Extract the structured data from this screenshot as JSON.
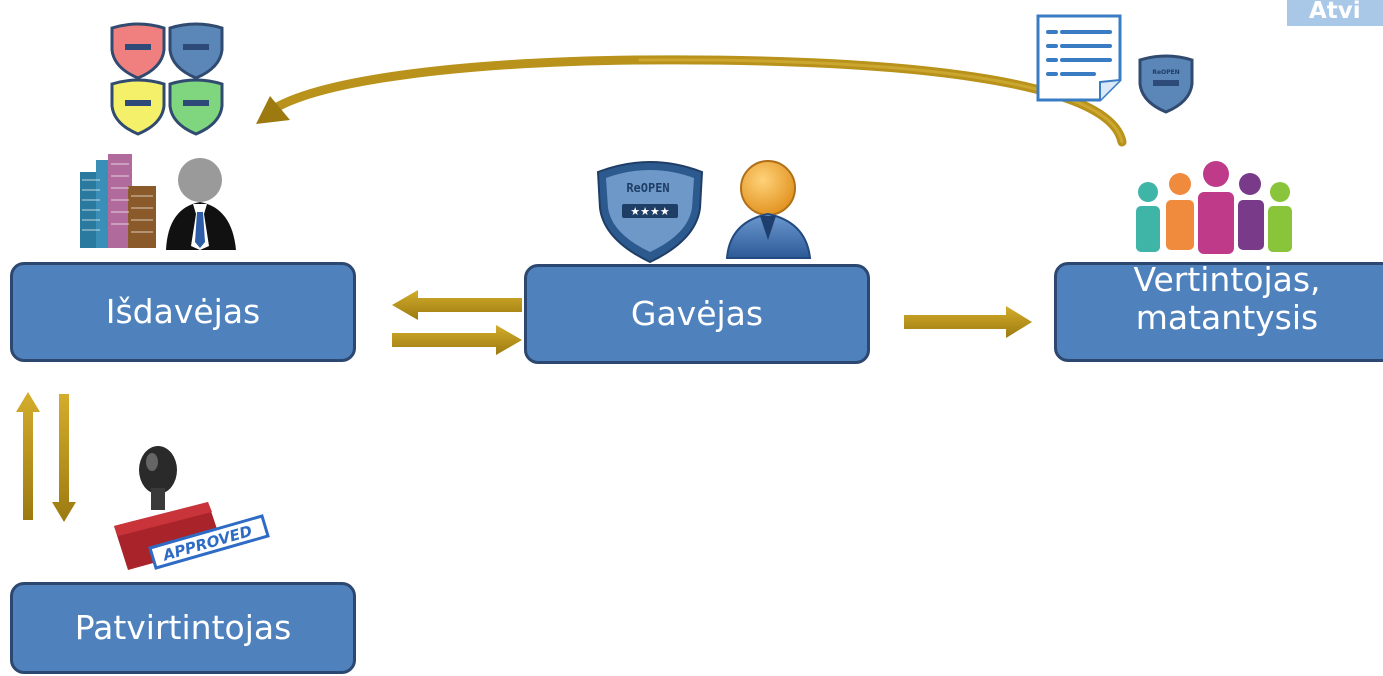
{
  "corner_tab": {
    "text": "Atvi"
  },
  "nodes": {
    "issuer": "Išdavėjas",
    "recipient": "Gavėjas",
    "evaluator_line1": "Vertintojas,",
    "evaluator_line2": "matantysis",
    "approver": "Patvirtintojas"
  },
  "icons": {
    "badge_main": "ReOPEN",
    "badge_small": "ReOPEN",
    "stamp_text": "APPROVED"
  },
  "colors": {
    "node_fill": "#4f81bd",
    "node_border": "#2c4770",
    "arrow": "#b8921a",
    "badge_red": "#f08080",
    "badge_blue": "#5b86b8",
    "badge_yellow": "#f4f06a",
    "badge_green": "#7fd67f"
  }
}
